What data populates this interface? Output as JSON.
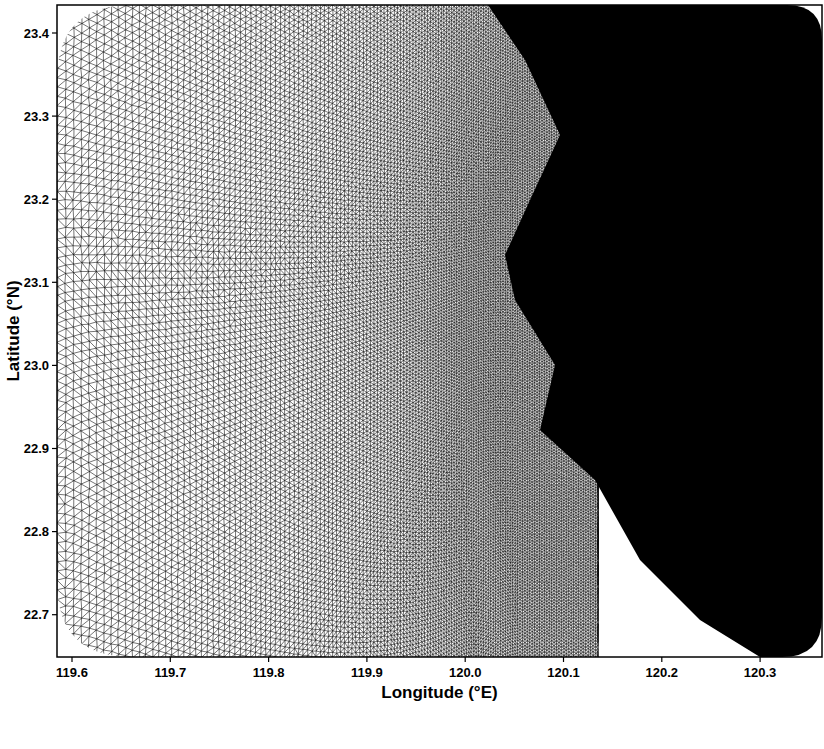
{
  "diagram": {
    "labels": [
      "23.4",
      "23.3",
      "23.2",
      "23.1",
      "23.0",
      "22.9",
      "22.8",
      "22.7",
      "Latitude (°N)",
      "119.6",
      "119.7",
      "119.8",
      "119.9",
      "120.0",
      "120.1",
      "120.2",
      "120.3",
      "Longitude (°E)"
    ]
  }
}
